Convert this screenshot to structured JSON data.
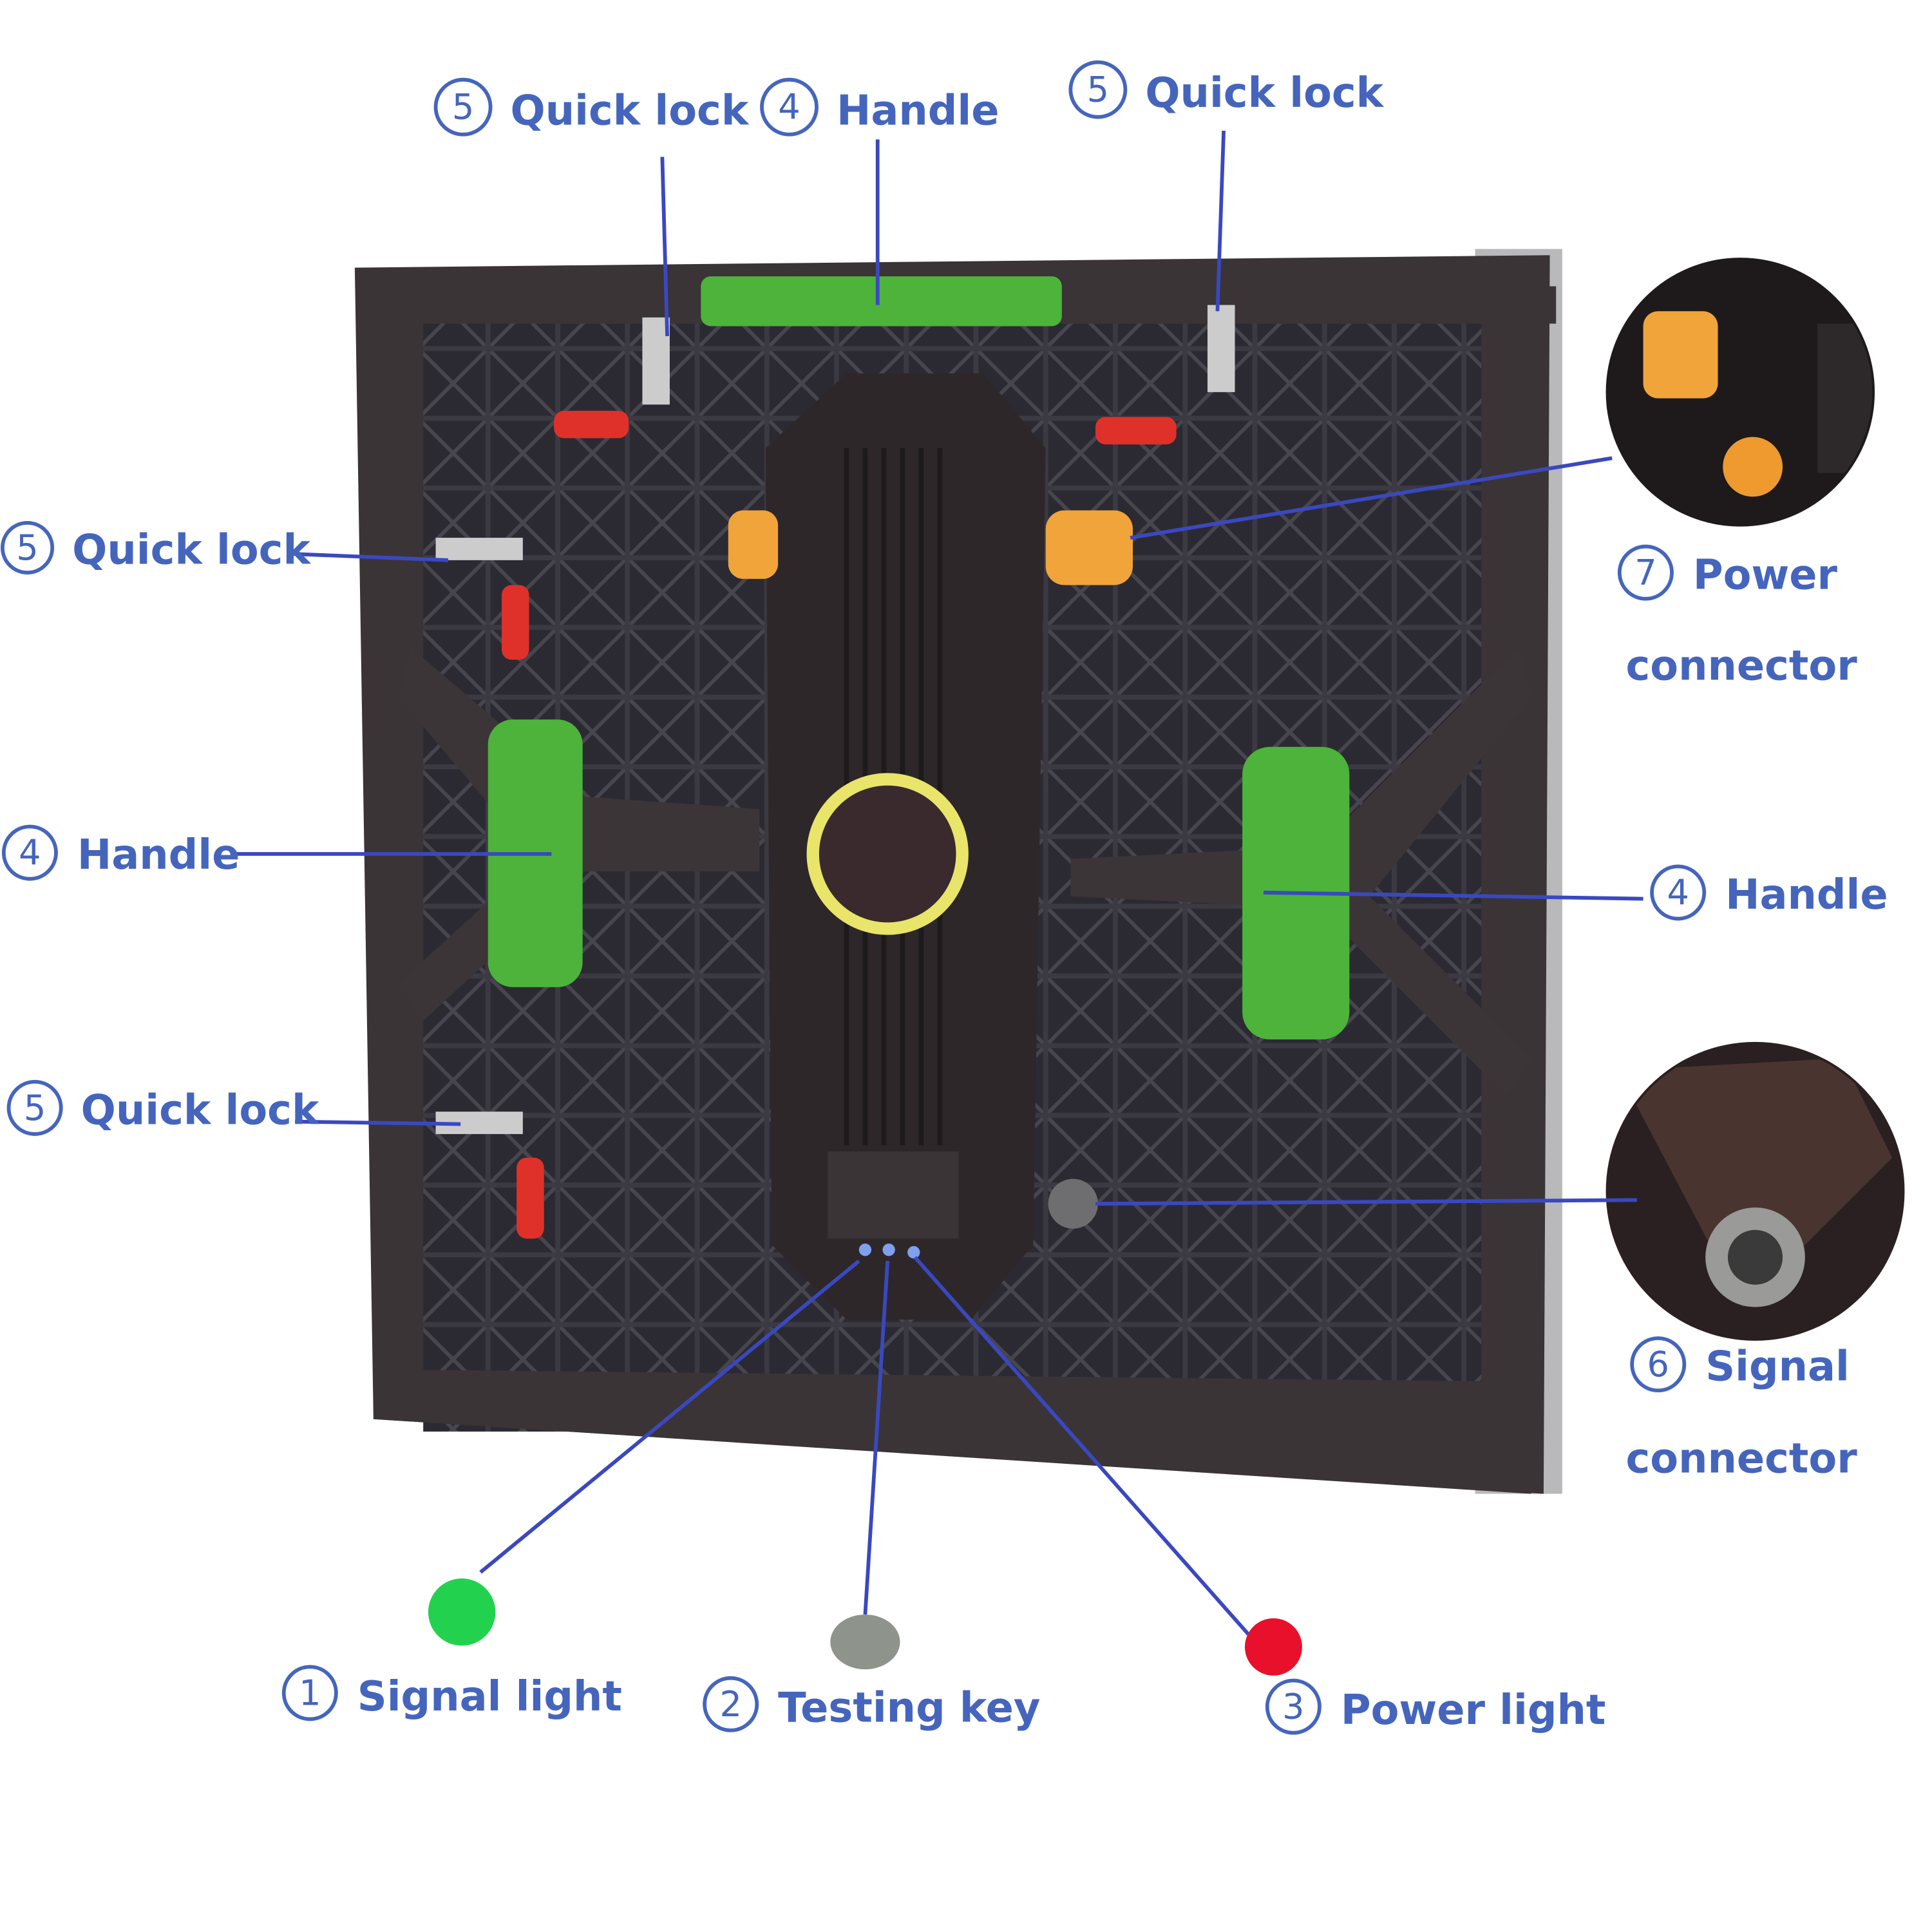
{
  "callouts": {
    "top_quick_lock_left": {
      "number": "5",
      "label": "Quick lock"
    },
    "top_handle": {
      "number": "4",
      "label": "Handle"
    },
    "top_quick_lock_right": {
      "number": "5",
      "label": "Quick lock"
    },
    "left_quick_lock_upper": {
      "number": "5",
      "label": "Quick lock"
    },
    "left_handle": {
      "number": "4",
      "label": "Handle"
    },
    "left_quick_lock_lower": {
      "number": "5",
      "label": "Quick lock"
    },
    "power_connector": {
      "number": "7",
      "label_line1": "Power",
      "label_line2": "connector"
    },
    "right_handle": {
      "number": "4",
      "label": "Handle"
    },
    "signal_connector": {
      "number": "6",
      "label_line1": "Signal",
      "label_line2": "connector"
    },
    "signal_light": {
      "number": "1",
      "label": "Signal light",
      "color": "#22D24E"
    },
    "testing_key": {
      "number": "2",
      "label": "Testing key",
      "color": "#8E948C"
    },
    "power_light": {
      "number": "3",
      "label": "Power light",
      "color": "#E8102A"
    }
  },
  "colors": {
    "label": "#4565BD",
    "leader": "#3A48C0",
    "handle": "#4DB33A",
    "panel": "#2A2628"
  }
}
